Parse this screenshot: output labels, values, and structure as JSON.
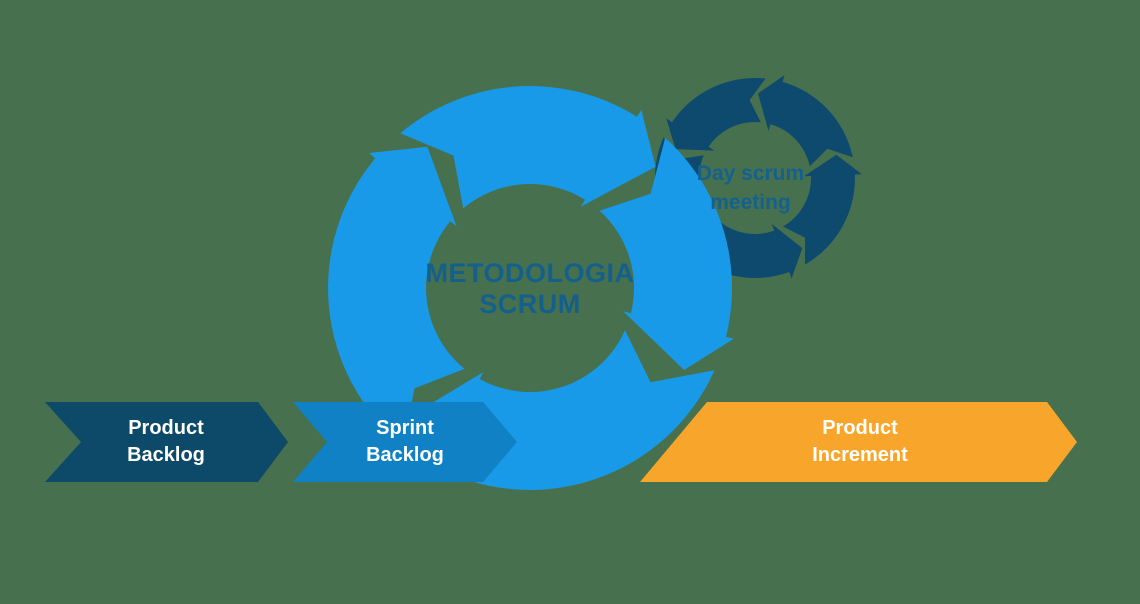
{
  "background_color": "#47704F",
  "main_cycle": {
    "title_lines": [
      "METODOLOGIA",
      "SCRUM"
    ],
    "color": "#189AE9",
    "text_color": "#14608D"
  },
  "daily_cycle": {
    "label_lines": [
      "Day scrum",
      "meeting"
    ],
    "color": "#0D4A6E",
    "text_color": "#15618E"
  },
  "flow_steps": [
    {
      "id": "product-backlog",
      "lines": [
        "Product",
        "Backlog"
      ],
      "color": "#0D4968",
      "text_color": "#FFFFFF"
    },
    {
      "id": "sprint-backlog",
      "lines": [
        "Sprint",
        "Backlog"
      ],
      "color": "#0F81C4",
      "text_color": "#FFFFFF"
    },
    {
      "id": "product-increment",
      "lines": [
        "Product",
        "Increment"
      ],
      "color": "#F7A62B",
      "text_color": "#FFFFFF"
    }
  ]
}
